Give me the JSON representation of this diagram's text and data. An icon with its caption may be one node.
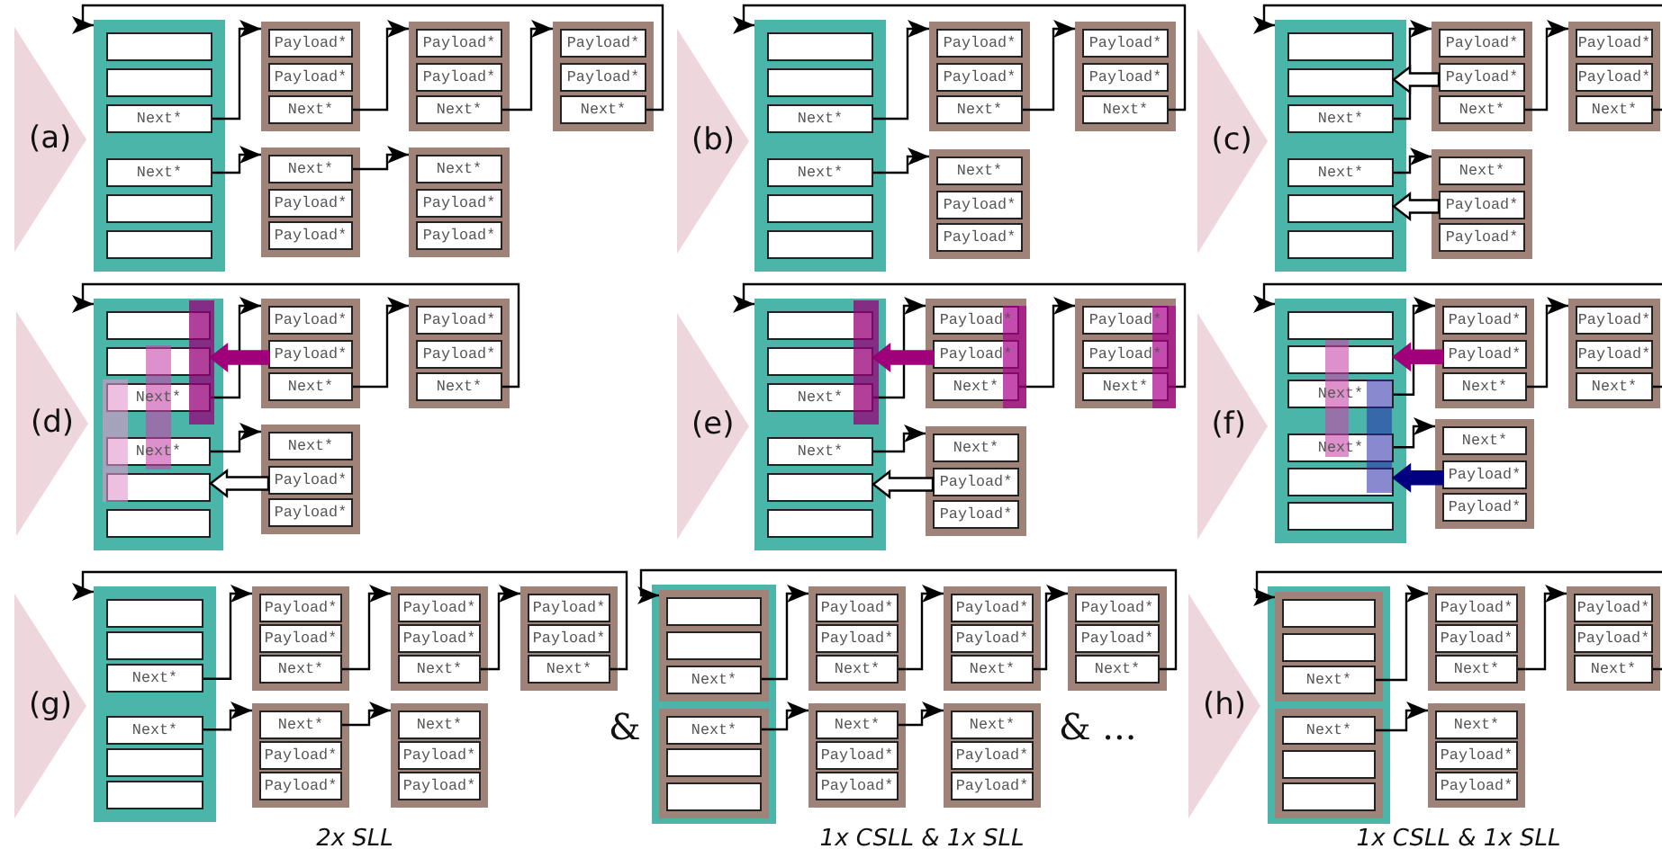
{
  "diagram": {
    "nodes": [
      {
        "text": [
          "(a)"
        ]
      },
      {
        "text": [],
        "shape": "box"
      },
      {
        "text": [],
        "shape": "box",
        "in": 1
      },
      {
        "text": [],
        "shape": "box",
        "in": 1
      },
      {
        "text": [
          "Next*"
        ],
        "in": 1
      },
      {
        "text": [
          "Next*"
        ],
        "in": 1
      },
      {
        "text": [],
        "shape": "box",
        "in": 1
      },
      {
        "text": [],
        "shape": "box",
        "in": 1
      },
      {
        "text": [],
        "shape": "box"
      },
      {
        "text": [
          "Payload*"
        ],
        "in": 8
      },
      {
        "text": [
          "Payload*"
        ],
        "in": 8
      },
      {
        "text": [
          "Next*"
        ],
        "in": 8
      },
      {
        "text": [],
        "shape": "box"
      },
      {
        "text": [
          "Payload*"
        ],
        "in": 12
      },
      {
        "text": [
          "Payload*"
        ],
        "in": 12
      },
      {
        "text": [
          "Next*"
        ],
        "in": 12
      },
      {
        "text": [],
        "shape": "box"
      },
      {
        "text": [
          "Payload*"
        ],
        "in": 16
      },
      {
        "text": [
          "Payload*"
        ],
        "in": 16
      },
      {
        "text": [
          "Next*"
        ],
        "in": 16
      },
      {
        "text": [],
        "shape": "box"
      },
      {
        "text": [
          "Next*"
        ],
        "in": 20
      },
      {
        "text": [
          "Payload*"
        ],
        "in": 20
      },
      {
        "text": [
          "Payload*"
        ],
        "in": 20
      },
      {
        "text": [],
        "shape": "box"
      },
      {
        "text": [
          "Next*"
        ],
        "in": 24
      },
      {
        "text": [
          "Payload*"
        ],
        "in": 24
      },
      {
        "text": [
          "Payload*"
        ],
        "in": 24
      },
      {
        "text": [
          "(b)"
        ]
      },
      {
        "text": [],
        "shape": "box"
      },
      {
        "text": [],
        "shape": "box",
        "in": 29
      },
      {
        "text": [],
        "shape": "box",
        "in": 29
      },
      {
        "text": [
          "Next*"
        ],
        "in": 29
      },
      {
        "text": [
          "Next*"
        ],
        "in": 29
      },
      {
        "text": [],
        "shape": "box",
        "in": 29
      },
      {
        "text": [],
        "shape": "box",
        "in": 29
      },
      {
        "text": [],
        "shape": "box"
      },
      {
        "text": [
          "Payload*"
        ],
        "in": 36
      },
      {
        "text": [
          "Payload*"
        ],
        "in": 36
      },
      {
        "text": [
          "Next*"
        ],
        "in": 36
      },
      {
        "text": [],
        "shape": "box"
      },
      {
        "text": [
          "Payload*"
        ],
        "in": 40
      },
      {
        "text": [
          "Payload*"
        ],
        "in": 40
      },
      {
        "text": [
          "Next*"
        ],
        "in": 40
      },
      {
        "text": [],
        "shape": "box"
      },
      {
        "text": [
          "Next*"
        ],
        "in": 44
      },
      {
        "text": [
          "Payload*"
        ],
        "in": 44
      },
      {
        "text": [
          "Payload*"
        ],
        "in": 44
      },
      {
        "text": [
          "(c)"
        ]
      },
      {
        "text": [],
        "shape": "box"
      },
      {
        "text": [],
        "shape": "box",
        "in": 49
      },
      {
        "text": [],
        "shape": "box",
        "in": 49
      },
      {
        "text": [
          "Next*"
        ],
        "in": 49
      },
      {
        "text": [
          "Next*"
        ],
        "in": 49
      },
      {
        "text": [],
        "shape": "box",
        "in": 49
      },
      {
        "text": [],
        "shape": "box",
        "in": 49
      },
      {
        "text": [],
        "shape": "box"
      },
      {
        "text": [
          "Payload*"
        ],
        "in": 56
      },
      {
        "text": [
          "Payload*"
        ],
        "in": 56
      },
      {
        "text": [
          "Next*"
        ],
        "in": 56
      },
      {
        "text": [],
        "shape": "box"
      },
      {
        "text": [
          "Payload*"
        ],
        "in": 60
      },
      {
        "text": [
          "Payload*"
        ],
        "in": 60
      },
      {
        "text": [
          "Next*"
        ],
        "in": 60
      },
      {
        "text": [],
        "shape": "box"
      },
      {
        "text": [
          "Next*"
        ],
        "in": 64
      },
      {
        "text": [
          "Payload*"
        ],
        "in": 64
      },
      {
        "text": [
          "Payload*"
        ],
        "in": 64
      },
      {
        "text": [
          "(d)"
        ]
      },
      {
        "text": [],
        "shape": "box"
      },
      {
        "text": [],
        "shape": "box",
        "in": 69
      },
      {
        "text": [],
        "shape": "box",
        "in": 69
      },
      {
        "text": [
          "Next*"
        ],
        "in": 69
      },
      {
        "text": [
          "Next*"
        ],
        "in": 69
      },
      {
        "text": [],
        "shape": "box",
        "in": 69
      },
      {
        "text": [],
        "shape": "box",
        "in": 69
      },
      {
        "text": [],
        "shape": "box"
      },
      {
        "text": [
          "Payload*"
        ],
        "in": 76
      },
      {
        "text": [
          "Payload*"
        ],
        "in": 76
      },
      {
        "text": [
          "Next*"
        ],
        "in": 76
      },
      {
        "text": [],
        "shape": "box"
      },
      {
        "text": [
          "Payload*"
        ],
        "in": 80
      },
      {
        "text": [
          "Payload*"
        ],
        "in": 80
      },
      {
        "text": [
          "Next*"
        ],
        "in": 80
      },
      {
        "text": [],
        "shape": "box"
      },
      {
        "text": [
          "Next*"
        ],
        "in": 84
      },
      {
        "text": [
          "Payload*"
        ],
        "in": 84
      },
      {
        "text": [
          "Payload*"
        ],
        "in": 84
      },
      {
        "text": [
          "(e)"
        ]
      },
      {
        "text": [],
        "shape": "box"
      },
      {
        "text": [],
        "shape": "box",
        "in": 89
      },
      {
        "text": [],
        "shape": "box",
        "in": 89
      },
      {
        "text": [
          "Next*"
        ],
        "in": 89
      },
      {
        "text": [
          "Next*"
        ],
        "in": 89
      },
      {
        "text": [],
        "shape": "box",
        "in": 89
      },
      {
        "text": [],
        "shape": "box",
        "in": 89
      },
      {
        "text": [],
        "shape": "box"
      },
      {
        "text": [
          "Payload*"
        ],
        "in": 96
      },
      {
        "text": [
          "Payload*"
        ],
        "in": 96
      },
      {
        "text": [
          "Next*"
        ],
        "in": 96
      },
      {
        "text": [],
        "shape": "box"
      },
      {
        "text": [
          "Payload*"
        ],
        "in": 100
      },
      {
        "text": [
          "Payload*"
        ],
        "in": 100
      },
      {
        "text": [
          "Next*"
        ],
        "in": 100
      },
      {
        "text": [],
        "shape": "box"
      },
      {
        "text": [
          "Next*"
        ],
        "in": 104
      },
      {
        "text": [
          "Payload*"
        ],
        "in": 104
      },
      {
        "text": [
          "Payload*"
        ],
        "in": 104
      },
      {
        "text": [
          "(f)"
        ]
      },
      {
        "text": [],
        "shape": "box"
      },
      {
        "text": [],
        "shape": "box",
        "in": 109
      },
      {
        "text": [],
        "shape": "box",
        "in": 109
      },
      {
        "text": [
          "Next*"
        ],
        "in": 109
      },
      {
        "text": [
          "Next*"
        ],
        "in": 109
      },
      {
        "text": [],
        "shape": "box",
        "in": 109
      },
      {
        "text": [],
        "shape": "box",
        "in": 109
      },
      {
        "text": [],
        "shape": "box"
      },
      {
        "text": [
          "Payload*"
        ],
        "in": 116
      },
      {
        "text": [
          "Payload*"
        ],
        "in": 116
      },
      {
        "text": [
          "Next*"
        ],
        "in": 116
      },
      {
        "text": [],
        "shape": "box"
      },
      {
        "text": [
          "Payload*"
        ],
        "in": 120
      },
      {
        "text": [
          "Payload*"
        ],
        "in": 120
      },
      {
        "text": [
          "Next*"
        ],
        "in": 120
      },
      {
        "text": [],
        "shape": "box"
      },
      {
        "text": [
          "Next*"
        ],
        "in": 124
      },
      {
        "text": [
          "Payload*"
        ],
        "in": 124
      },
      {
        "text": [
          "Payload*"
        ],
        "in": 124
      },
      {
        "text": [
          "(g)"
        ]
      },
      {
        "text": [],
        "shape": "box"
      },
      {
        "text": [],
        "shape": "box",
        "in": 129
      },
      {
        "text": [],
        "shape": "box",
        "in": 129
      },
      {
        "text": [
          "Next*"
        ],
        "in": 129
      },
      {
        "text": [
          "Next*"
        ],
        "in": 129
      },
      {
        "text": [],
        "shape": "box",
        "in": 129
      },
      {
        "text": [],
        "shape": "box",
        "in": 129
      },
      {
        "text": [],
        "shape": "box"
      },
      {
        "text": [
          "Payload*"
        ],
        "in": 136
      },
      {
        "text": [
          "Payload*"
        ],
        "in": 136
      },
      {
        "text": [
          "Next*"
        ],
        "in": 136
      },
      {
        "text": [],
        "shape": "box"
      },
      {
        "text": [
          "Payload*"
        ],
        "in": 140
      },
      {
        "text": [
          "Payload*"
        ],
        "in": 140
      },
      {
        "text": [
          "Next*"
        ],
        "in": 140
      },
      {
        "text": [],
        "shape": "box"
      },
      {
        "text": [
          "Payload*"
        ],
        "in": 144
      },
      {
        "text": [
          "Payload*"
        ],
        "in": 144
      },
      {
        "text": [
          "Next*"
        ],
        "in": 144
      },
      {
        "text": [],
        "shape": "box"
      },
      {
        "text": [
          "Next*"
        ],
        "in": 148
      },
      {
        "text": [
          "Payload*"
        ],
        "in": 148
      },
      {
        "text": [
          "Payload*"
        ],
        "in": 148
      },
      {
        "text": [],
        "shape": "box"
      },
      {
        "text": [
          "Next*"
        ],
        "in": 152
      },
      {
        "text": [
          "Payload*"
        ],
        "in": 152
      },
      {
        "text": [
          "Payload*"
        ],
        "in": 152
      },
      {
        "text": [],
        "shape": "box"
      },
      {
        "text": [],
        "shape": "box",
        "in": 156
      },
      {
        "text": [],
        "shape": "box",
        "in": 157
      },
      {
        "text": [],
        "shape": "box",
        "in": 157
      },
      {
        "text": [
          "Next*"
        ],
        "in": 157
      },
      {
        "text": [],
        "shape": "box",
        "in": 156
      },
      {
        "text": [
          "Next*"
        ],
        "in": 161
      },
      {
        "text": [],
        "shape": "box",
        "in": 161
      },
      {
        "text": [],
        "shape": "box",
        "in": 161
      },
      {
        "text": [],
        "shape": "box"
      },
      {
        "text": [
          "Payload*"
        ],
        "in": 165
      },
      {
        "text": [
          "Payload*"
        ],
        "in": 165
      },
      {
        "text": [
          "Next*"
        ],
        "in": 165
      },
      {
        "text": [],
        "shape": "box"
      },
      {
        "text": [
          "Payload*"
        ],
        "in": 169
      },
      {
        "text": [
          "Payload*"
        ],
        "in": 169
      },
      {
        "text": [
          "Next*"
        ],
        "in": 169
      },
      {
        "text": [],
        "shape": "box"
      },
      {
        "text": [
          "Payload*"
        ],
        "in": 173
      },
      {
        "text": [
          "Payload*"
        ],
        "in": 173
      },
      {
        "text": [
          "Next*"
        ],
        "in": 173
      },
      {
        "text": [],
        "shape": "box"
      },
      {
        "text": [
          "Next*"
        ],
        "in": 177
      },
      {
        "text": [
          "Payload*"
        ],
        "in": 177
      },
      {
        "text": [
          "Payload*"
        ],
        "in": 177
      },
      {
        "text": [],
        "shape": "box"
      },
      {
        "text": [
          "Next*"
        ],
        "in": 181
      },
      {
        "text": [
          "Payload*"
        ],
        "in": 181
      },
      {
        "text": [
          "Payload*"
        ],
        "in": 181
      },
      {
        "text": [
          "(h)"
        ]
      },
      {
        "text": [],
        "shape": "box"
      },
      {
        "text": [],
        "shape": "box",
        "in": 186
      },
      {
        "text": [],
        "shape": "box",
        "in": 187
      },
      {
        "text": [],
        "shape": "box",
        "in": 187
      },
      {
        "text": [
          "Next*"
        ],
        "in": 187
      },
      {
        "text": [],
        "shape": "box",
        "in": 186
      },
      {
        "text": [
          "Next*"
        ],
        "in": 191
      },
      {
        "text": [],
        "shape": "box",
        "in": 191
      },
      {
        "text": [],
        "shape": "box",
        "in": 191
      },
      {
        "text": [],
        "shape": "box"
      },
      {
        "text": [
          "Payload*"
        ],
        "in": 195
      },
      {
        "text": [
          "Payload*"
        ],
        "in": 195
      },
      {
        "text": [
          "Next*"
        ],
        "in": 195
      },
      {
        "text": [],
        "shape": "box"
      },
      {
        "text": [
          "Payload*"
        ],
        "in": 199
      },
      {
        "text": [
          "Payload*"
        ],
        "in": 199
      },
      {
        "text": [
          "Next*"
        ],
        "in": 199
      },
      {
        "text": [],
        "shape": "box"
      },
      {
        "text": [
          "Next*"
        ],
        "in": 203
      },
      {
        "text": [
          "Payload*"
        ],
        "in": 203
      },
      {
        "text": [
          "Payload*"
        ],
        "in": 203
      }
    ],
    "edges": [
      {
        "from": 4,
        "to": 8,
        "arrow": "to"
      },
      {
        "from": 11,
        "to": 12,
        "arrow": "to"
      },
      {
        "from": 15,
        "to": 16,
        "arrow": "to"
      },
      {
        "from": 19,
        "to": 1,
        "arrow": "to"
      },
      {
        "from": 5,
        "to": 20,
        "arrow": "to"
      },
      {
        "from": 21,
        "to": 24,
        "arrow": "to"
      },
      {
        "from": 32,
        "to": 36,
        "arrow": "to"
      },
      {
        "from": 39,
        "to": 40,
        "arrow": "to"
      },
      {
        "from": 43,
        "to": 29,
        "arrow": "to"
      },
      {
        "from": 33,
        "to": 44,
        "arrow": "to"
      },
      {
        "from": 52,
        "to": 56,
        "arrow": "to"
      },
      {
        "from": 59,
        "to": 60,
        "arrow": "to"
      },
      {
        "from": 63,
        "to": 49,
        "arrow": "to"
      },
      {
        "from": 53,
        "to": 64,
        "arrow": "to"
      },
      {
        "from": 58,
        "to": 51,
        "arrow": "to",
        "style": "thick"
      },
      {
        "from": 66,
        "to": 54,
        "arrow": "to",
        "style": "thick"
      },
      {
        "from": 72,
        "to": 76,
        "arrow": "to"
      },
      {
        "from": 79,
        "to": 80,
        "arrow": "to"
      },
      {
        "from": 83,
        "to": 69,
        "arrow": "to"
      },
      {
        "from": 73,
        "to": 84,
        "arrow": "to"
      },
      {
        "from": 78,
        "to": 71,
        "arrow": "to",
        "style": "thick",
        "color": "#a0007a"
      },
      {
        "from": 86,
        "to": 74,
        "arrow": "to",
        "style": "thick"
      },
      {
        "from": 92,
        "to": 96,
        "arrow": "to"
      },
      {
        "from": 99,
        "to": 100,
        "arrow": "to"
      },
      {
        "from": 103,
        "to": 89,
        "arrow": "to"
      },
      {
        "from": 93,
        "to": 104,
        "arrow": "to"
      },
      {
        "from": 98,
        "to": 91,
        "arrow": "to",
        "style": "thick",
        "color": "#a0007a"
      },
      {
        "from": 106,
        "to": 94,
        "arrow": "to",
        "style": "thick"
      },
      {
        "from": 112,
        "to": 116,
        "arrow": "to"
      },
      {
        "from": 119,
        "to": 120,
        "arrow": "to"
      },
      {
        "from": 123,
        "to": 109,
        "arrow": "to"
      },
      {
        "from": 113,
        "to": 124,
        "arrow": "to"
      },
      {
        "from": 118,
        "to": 111,
        "arrow": "to",
        "style": "thick",
        "color": "#a0007a"
      },
      {
        "from": 126,
        "to": 114,
        "arrow": "to",
        "style": "thick",
        "color": "#000080"
      },
      {
        "from": 132,
        "to": 136,
        "arrow": "to"
      },
      {
        "from": 139,
        "to": 140,
        "arrow": "to"
      },
      {
        "from": 143,
        "to": 144,
        "arrow": "to"
      },
      {
        "from": 147,
        "to": 129,
        "arrow": "to"
      },
      {
        "from": 133,
        "to": 148,
        "arrow": "to"
      },
      {
        "from": 149,
        "to": 152,
        "arrow": "to"
      },
      {
        "from": 160,
        "to": 165,
        "arrow": "to"
      },
      {
        "from": 168,
        "to": 169,
        "arrow": "to"
      },
      {
        "from": 172,
        "to": 173,
        "arrow": "to"
      },
      {
        "from": 176,
        "to": 157,
        "arrow": "to"
      },
      {
        "from": 162,
        "to": 177,
        "arrow": "to"
      },
      {
        "from": 178,
        "to": 181,
        "arrow": "to"
      },
      {
        "from": 190,
        "to": 195,
        "arrow": "to"
      },
      {
        "from": 198,
        "to": 199,
        "arrow": "to"
      },
      {
        "from": 202,
        "to": 187,
        "arrow": "to"
      },
      {
        "from": 192,
        "to": 203,
        "arrow": "to"
      }
    ],
    "labels": [
      "&",
      "& ...",
      "2x SLL",
      "1x CSLL & 1x SLL",
      "1x CSLL & 1x SLL"
    ]
  }
}
